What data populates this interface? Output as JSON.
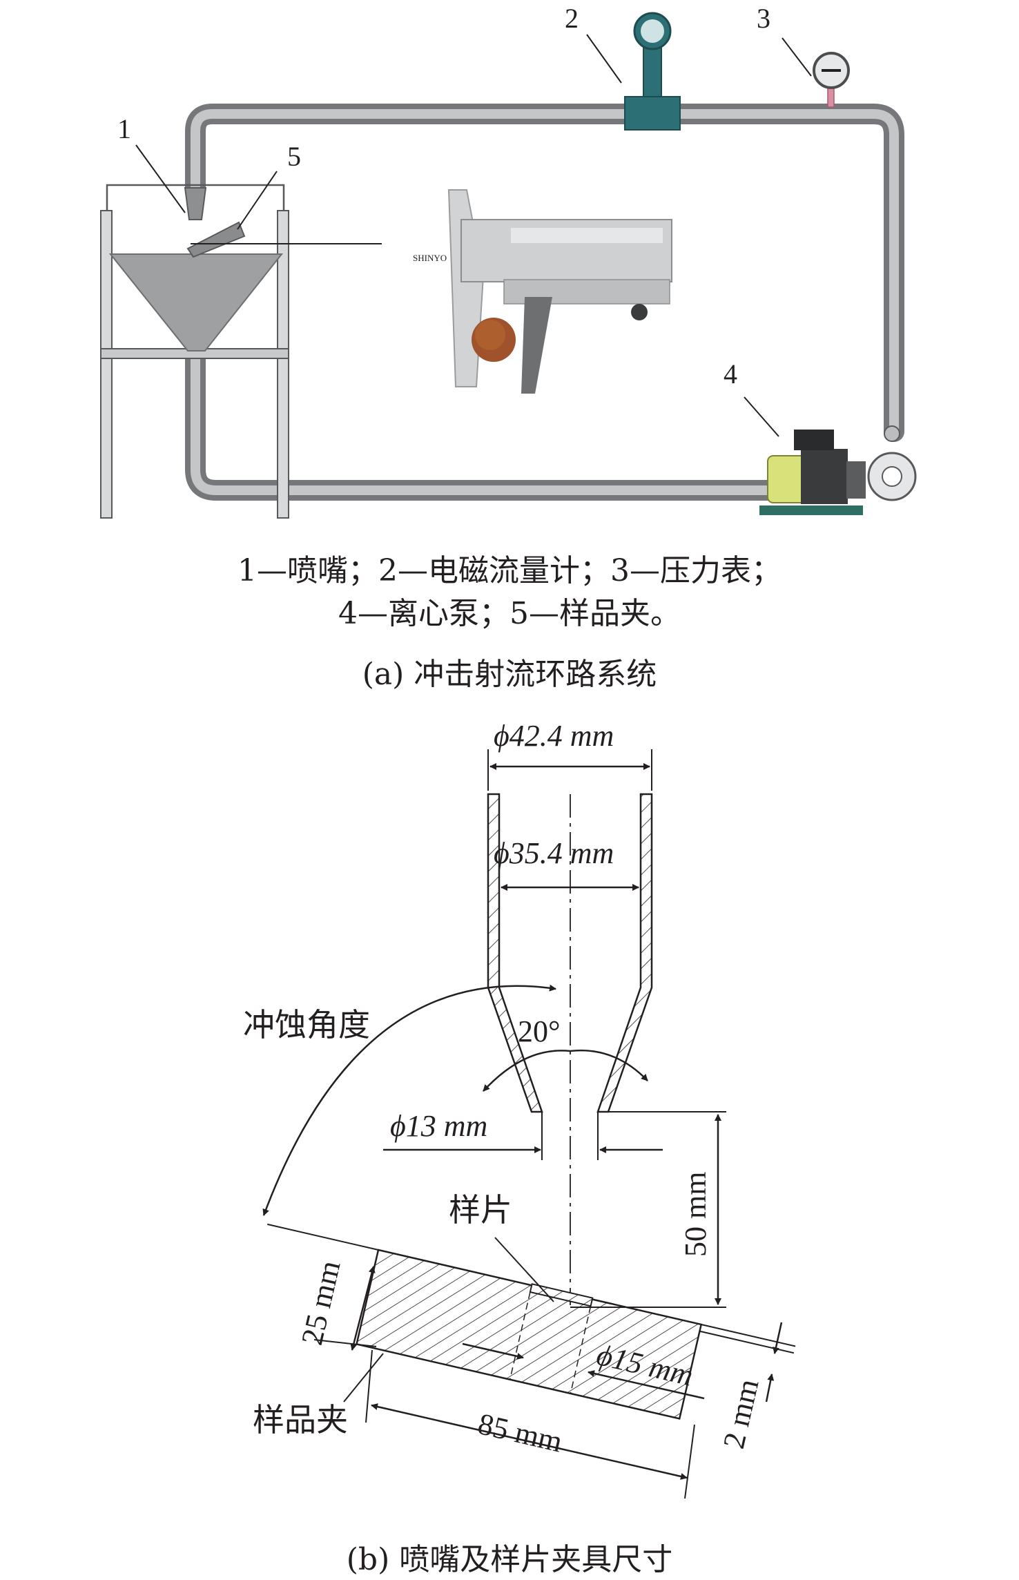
{
  "figure_a": {
    "callouts": [
      "1",
      "2",
      "3",
      "4",
      "5"
    ],
    "legend_line1": "1—喷嘴；2—电磁流量计；3—压力表；",
    "legend_line2": "4—离心泵；5—样品夹。",
    "caption": "(a) 冲击射流环路系统",
    "caliper_brand": "SHINYO"
  },
  "figure_b": {
    "dim_outer": "ϕ42.4 mm",
    "dim_inner": "ϕ35.4 mm",
    "dim_outlet": "ϕ13 mm",
    "angle_cone": "20°",
    "label_erosion_angle": "冲蚀角度",
    "dim_height": "50 mm",
    "label_specimen": "样片",
    "dim_holder_thickness": "25 mm",
    "dim_specimen": "ϕ15 mm",
    "dim_recess": "2 mm",
    "label_holder": "样品夹",
    "dim_holder_length": "85 mm",
    "caption": "(b) 喷嘴及样片夹具尺寸"
  },
  "colors": {
    "pipe": "#a8a9ab",
    "flowmeter": "#2c6f74",
    "gauge_pink": "#d98fa1",
    "motor": "#d9e27a",
    "base": "#2f6e63"
  }
}
